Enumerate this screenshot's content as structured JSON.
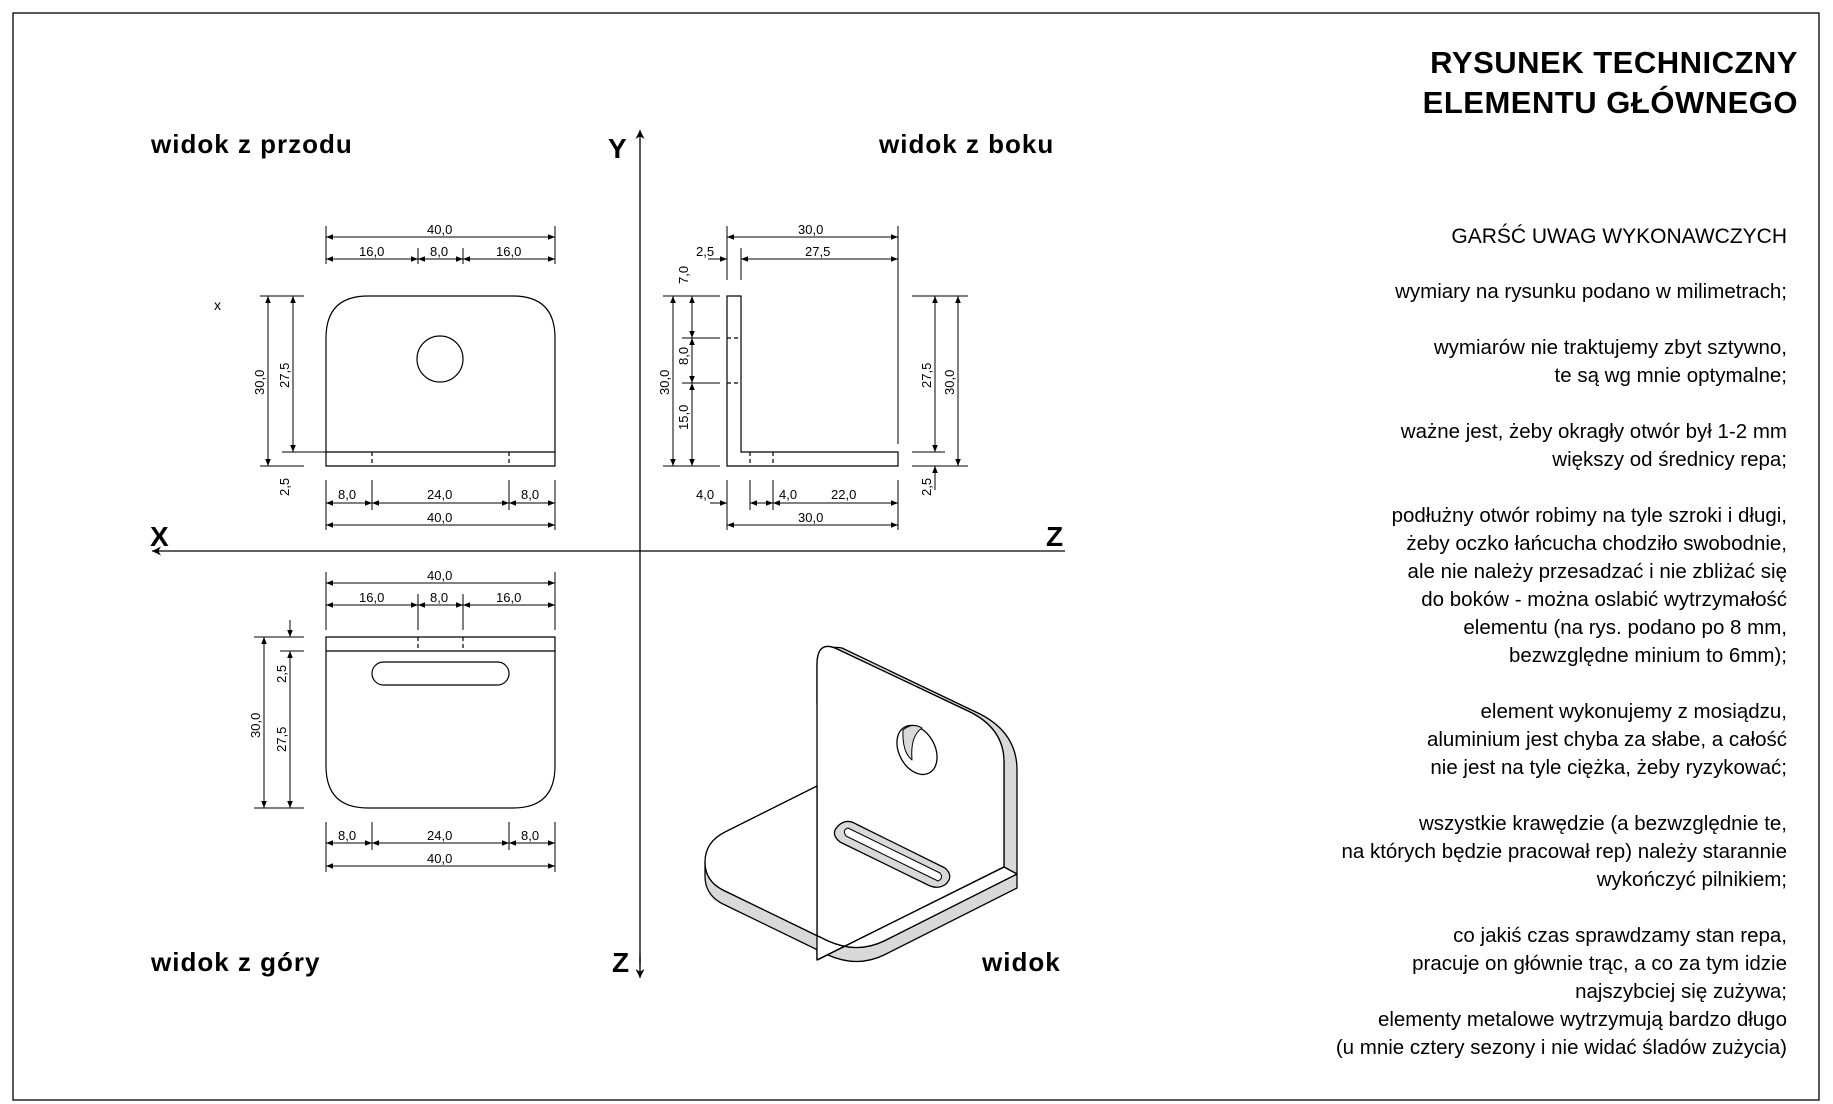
{
  "title": {
    "line1": "RYSUNEK TECHNICZNY",
    "line2": "ELEMENTU GŁÓWNEGO"
  },
  "views": {
    "front": "widok z przodu",
    "side": "widok z boku",
    "top": "widok z góry",
    "iso": "widok"
  },
  "axes": {
    "y": "Y",
    "x": "X",
    "z_right": "Z",
    "z_bottom": "Z"
  },
  "dimensions": {
    "front_width_total": "40,0",
    "front_width_left": "16,0",
    "front_width_mid": "8,0",
    "front_width_right": "16,0",
    "front_height_total": "30,0",
    "front_height_upper": "27,5",
    "front_height_lower": "2,5",
    "front_bottom_left": "8,0",
    "front_bottom_mid": "24,0",
    "front_bottom_right": "8,0",
    "front_bottom_total": "40,0",
    "side_width_total": "30,0",
    "side_width_thick": "2,5",
    "side_width_rest": "27,5",
    "side_left_top": "7,0",
    "side_left_total": "30,0",
    "side_left_mid": "8,0",
    "side_left_low": "15,0",
    "side_right_upper": "27,5",
    "side_right_total": "30,0",
    "side_right_lower": "2,5",
    "side_bottom_a": "4,0",
    "side_bottom_b": "4,0",
    "side_bottom_c": "22,0",
    "side_bottom_total": "30,0",
    "top_width_total": "40,0",
    "top_width_left": "16,0",
    "top_width_mid": "8,0",
    "top_width_right": "16,0",
    "top_height_total": "30,0",
    "top_height_upper": "2,5",
    "top_height_lower": "27,5",
    "top_bottom_left": "8,0",
    "top_bottom_mid": "24,0",
    "top_bottom_right": "8,0",
    "top_bottom_total": "40,0"
  },
  "notes": {
    "heading": "GARŚĆ UWAG WYKONAWCZYCH",
    "p1": [
      "wymiary na rysunku podano w milimetrach;"
    ],
    "p2": [
      "wymiarów nie traktujemy zbyt sztywno,",
      "te są wg mnie optymalne;"
    ],
    "p3": [
      "ważne jest, żeby okragły otwór był 1-2 mm",
      "większy od średnicy repa;"
    ],
    "p4": [
      "podłużny otwór robimy na tyle szroki i długi,",
      "żeby oczko łańcucha chodziło swobodnie,",
      "ale nie należy przesadzać i nie zbliżać się",
      "do boków - można oslabić wytrzymałość",
      "elementu (na rys. podano po 8 mm,",
      "bezwzględne minium to 6mm);"
    ],
    "p5": [
      "element wykonujemy z mosiądzu,",
      "aluminium jest chyba za słabe, a całość",
      "nie jest na tyle ciężka, żeby ryzykować;"
    ],
    "p6": [
      "wszystkie krawędzie (a bezwzględnie te,",
      "na których będzie pracował rep) należy starannie",
      "wykończyć pilnikiem;"
    ],
    "p7": [
      "co jakiś czas sprawdzamy stan repa,",
      "pracuje on głównie trąc, a co za tym idzie",
      "najszybciej się zużywa;"
    ],
    "p8": [
      "elementy metalowe wytrzymują bardzo długo",
      "(u mnie cztery sezony i nie widać śladów zużycia)"
    ]
  }
}
